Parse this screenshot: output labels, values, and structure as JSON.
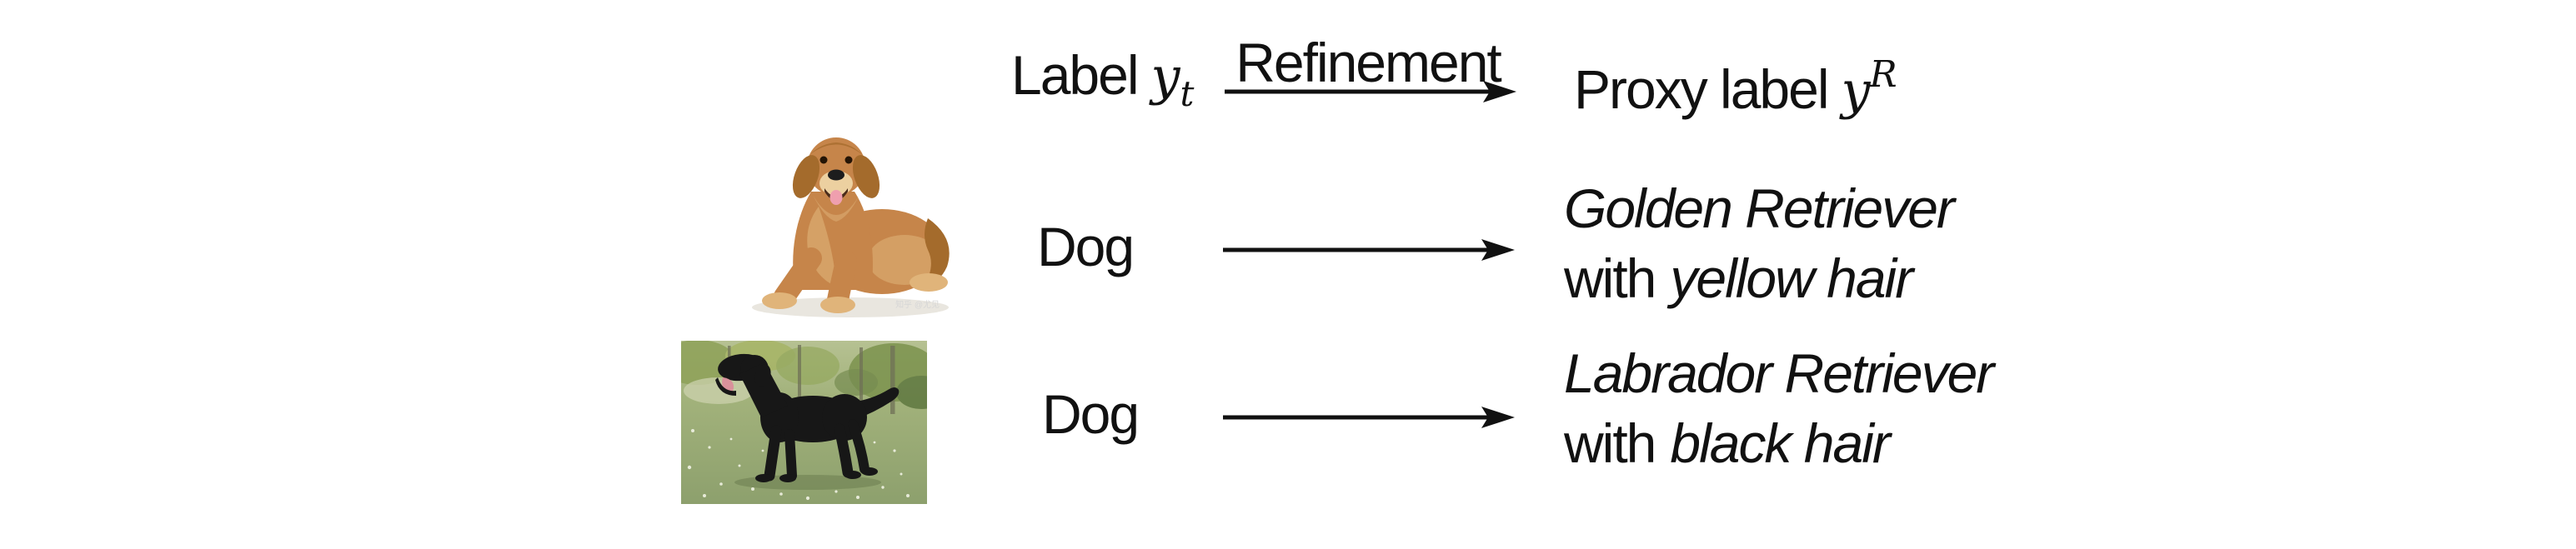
{
  "header": {
    "source": {
      "prefix": "Label",
      "symbol": "y",
      "subscript": "t"
    },
    "refinement_label": "Refinement",
    "proxy": {
      "prefix": "Proxy label",
      "symbol": "y",
      "superscript": "R"
    }
  },
  "rows": [
    {
      "photo": "golden-retriever-photo",
      "watermark": "知乎 @尤见",
      "source_label": "Dog",
      "proxy": {
        "line1": "Golden Retriever",
        "line2_regular": "with",
        "line2_italic": "yellow hair"
      }
    },
    {
      "photo": "black-labrador-photo",
      "source_label": "Dog",
      "proxy": {
        "line1": "Labrador Retriever",
        "line2_regular": "with",
        "line2_italic": "black hair"
      }
    }
  ],
  "colors": {
    "text": "#111111",
    "arrow": "#111111",
    "golden_fur": "#c6854a",
    "golden_fur_light": "#e0b47a",
    "golden_fur_dark": "#a46b2c",
    "golden_muzzle": "#ecd0a0",
    "nose": "#1d1d1d",
    "tongue_golden": "#ef9fae",
    "lab_coat": "#171717",
    "tongue_lab": "#d9919b",
    "grass": "#9fb078",
    "grass_dark": "#8da06d",
    "daisy": "#f1f3e4",
    "shadow": "#e9e6df"
  }
}
